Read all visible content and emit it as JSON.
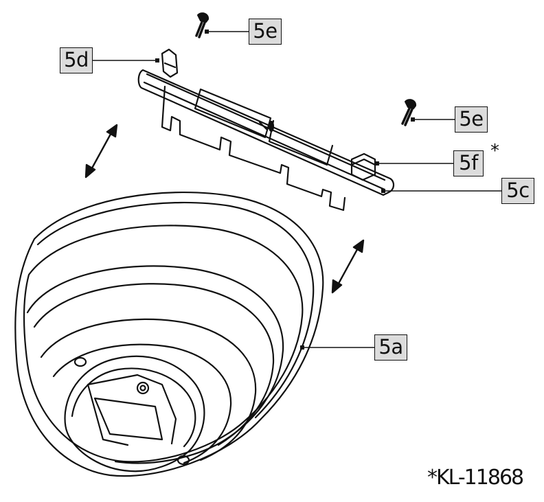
{
  "callouts": {
    "canopy": "5a",
    "mounting_bracket": "5c",
    "bracket_tab": "5d",
    "screw_top": "5e",
    "screw_right": "5e",
    "bracket_clip": "5f"
  },
  "markers": {
    "replacement_asterisk": "*"
  },
  "footer": {
    "part_number": "*KL-11868"
  }
}
